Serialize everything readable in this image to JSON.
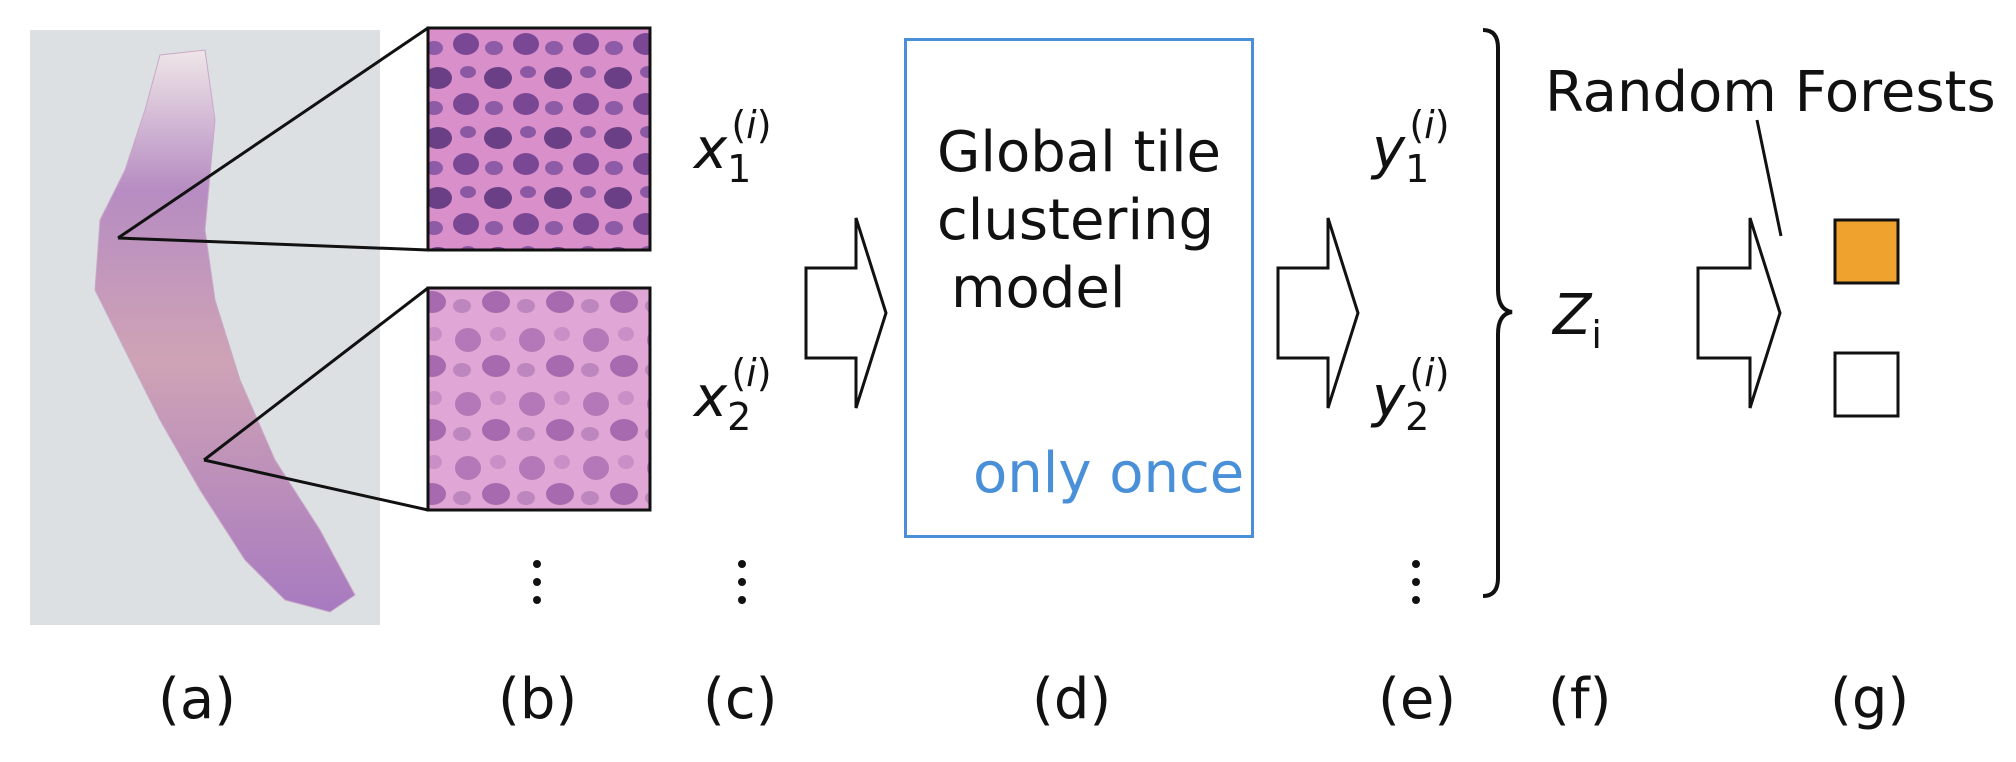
{
  "panel_labels": {
    "a": "(a)",
    "b": "(b)",
    "c": "(c)",
    "d": "(d)",
    "e": "(e)",
    "f": "(f)",
    "g": "(g)"
  },
  "inputs": {
    "x1_base": "x",
    "x1_sub": "1",
    "x1_sup": "i",
    "x2_base": "x",
    "x2_sub": "2",
    "x2_sup": "i"
  },
  "model": {
    "line1": "Global tile",
    "line2": "clustering",
    "line3": "model",
    "note": "only once",
    "box_color": "#4a90d9"
  },
  "outputs": {
    "y1_base": "y",
    "y1_sub": "1",
    "y1_sup": "i",
    "y2_base": "y",
    "y2_sub": "2",
    "y2_sup": "i",
    "z_base": "Z",
    "z_sub": "i"
  },
  "classifier": {
    "label": "Random Forests",
    "positive_color": "#f0a22e",
    "negative_color": "#ffffff"
  },
  "icons": [
    "slide-image",
    "tile-zoom-1",
    "tile-zoom-2",
    "arrow-right-icon",
    "brace-icon"
  ]
}
